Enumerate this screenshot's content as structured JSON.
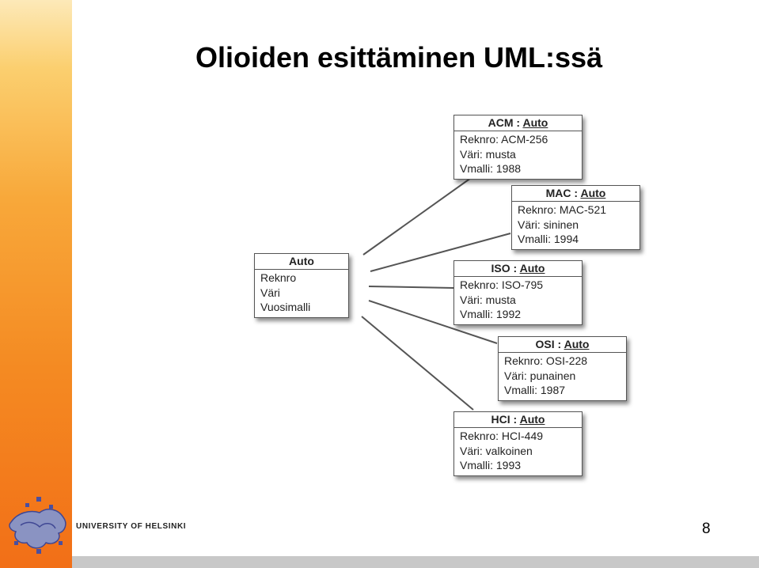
{
  "slide": {
    "title": "Olioiden esittäminen UML:ssä",
    "university": "UNIVERSITY OF HELSINKI",
    "page_number": "8"
  },
  "class_box": {
    "name": "Auto",
    "attributes": [
      "Reknro",
      "Väri",
      "Vuosimalli"
    ]
  },
  "objects": [
    {
      "name": "ACM",
      "cls": "Auto",
      "rows": [
        "Reknro: ACM-256",
        "Väri: musta",
        "Vmalli: 1988"
      ]
    },
    {
      "name": "MAC",
      "cls": "Auto",
      "rows": [
        "Reknro: MAC-521",
        "Väri: sininen",
        "Vmalli: 1994"
      ]
    },
    {
      "name": "ISO",
      "cls": "Auto",
      "rows": [
        "Reknro: ISO-795",
        "Väri: musta",
        "Vmalli: 1992"
      ]
    },
    {
      "name": "OSI",
      "cls": "Auto",
      "rows": [
        "Reknro: OSI-228",
        "Väri: punainen",
        "Vmalli: 1987"
      ]
    },
    {
      "name": "HCI",
      "cls": "Auto",
      "rows": [
        "Reknro: HCI-449",
        "Väri: valkoinen",
        "Vmalli: 1993"
      ]
    }
  ],
  "colors": {
    "sidebar_top": "#fde9b8",
    "sidebar_bottom": "#f26f17",
    "line": "#555555"
  }
}
